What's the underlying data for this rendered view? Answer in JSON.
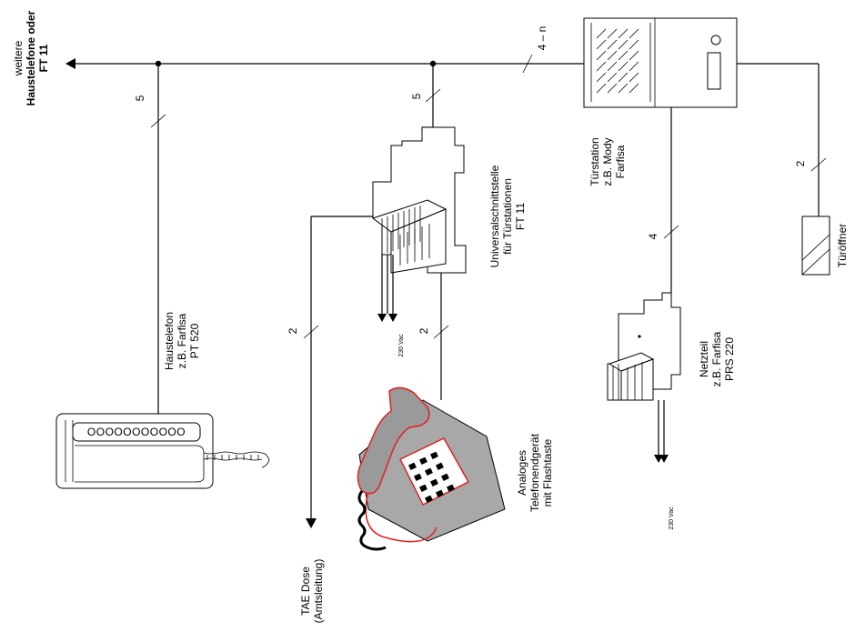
{
  "labels": {
    "weitere_line1": "weitere",
    "weitere_line2": "Haustelefone oder",
    "weitere_line3": "FT 11",
    "haustelefon_line1": "Haustelefon",
    "haustelefon_line2": "z.B. Farfisa",
    "haustelefon_line3": "PT 520",
    "universal_line1": "Universalschnittstelle",
    "universal_line2": "für Türstationen",
    "universal_line3": "FT 11",
    "tuerstation_line1": "Türstation",
    "tuerstation_line2": "z.B. Mody",
    "tuerstation_line3": "Farfisa",
    "netzteil_line1": "Netzteil",
    "netzteil_line2": "z.B. Farfisa",
    "netzteil_line3": "PRS 220",
    "tueroeffner": "Türöffner",
    "analog_line1": "Analoges",
    "analog_line2": "Telefonendgerät",
    "analog_line3": "mit Flashtaste",
    "tae_line1": "TAE Dose",
    "tae_line2": "(Amtsleitung)",
    "power_universal": "230 Vac",
    "power_netzteil": "230 Vac"
  },
  "wire_counts": {
    "bus_main": "4 – n",
    "bus_haustelefon": "5",
    "bus_universal": "5",
    "tae": "2",
    "analog": "2",
    "netzteil": "4",
    "tueroeffner": "2"
  },
  "colors": {
    "line": "#000000",
    "phone_body": "#a8a8a8",
    "phone_outline_red": "#e02020"
  }
}
